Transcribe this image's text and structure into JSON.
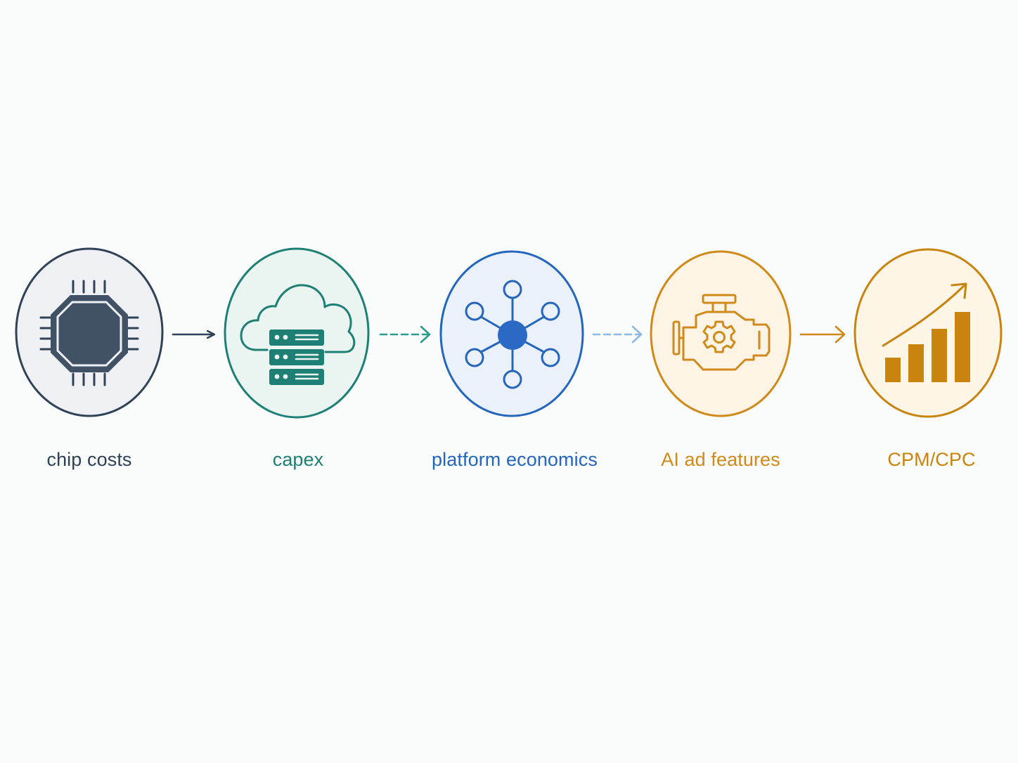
{
  "colors": {
    "background": "#fafbfb",
    "navy": "#2f4258",
    "teal": "#1e8074",
    "blue": "#2566bd",
    "light_blue": "#8db9e4",
    "amber": "#d08a1a",
    "dark_amber": "#c8840e"
  },
  "nodes": [
    {
      "id": "chip-costs",
      "label": "chip costs",
      "icon": "chip-icon",
      "color": "#2f4258",
      "fill": "#eef0f3"
    },
    {
      "id": "capex",
      "label": "capex",
      "icon": "cloud-server-icon",
      "color": "#1e8074",
      "fill": "#eaf4f0"
    },
    {
      "id": "platform-economics",
      "label": "platform economics",
      "icon": "network-hub-icon",
      "color": "#2566bd",
      "fill": "#eaf1fa"
    },
    {
      "id": "ai-ad-features",
      "label": "AI ad features",
      "icon": "engine-gear-icon",
      "color": "#d08a1a",
      "fill": "#fdf4e6"
    },
    {
      "id": "cpm-cpc",
      "label": "CPM/CPC",
      "icon": "bar-chart-trend-icon",
      "color": "#c8840e",
      "fill": "#fdf5e6"
    }
  ],
  "connectors": [
    {
      "from": "chip-costs",
      "to": "capex",
      "style": "solid",
      "color": "#2f4258"
    },
    {
      "from": "capex",
      "to": "platform-economics",
      "style": "dashed",
      "color": "#2a9d8f"
    },
    {
      "from": "platform-economics",
      "to": "ai-ad-features",
      "style": "dashed",
      "color": "#8db9e4"
    },
    {
      "from": "ai-ad-features",
      "to": "cpm-cpc",
      "style": "solid",
      "color": "#d08a1a"
    }
  ]
}
